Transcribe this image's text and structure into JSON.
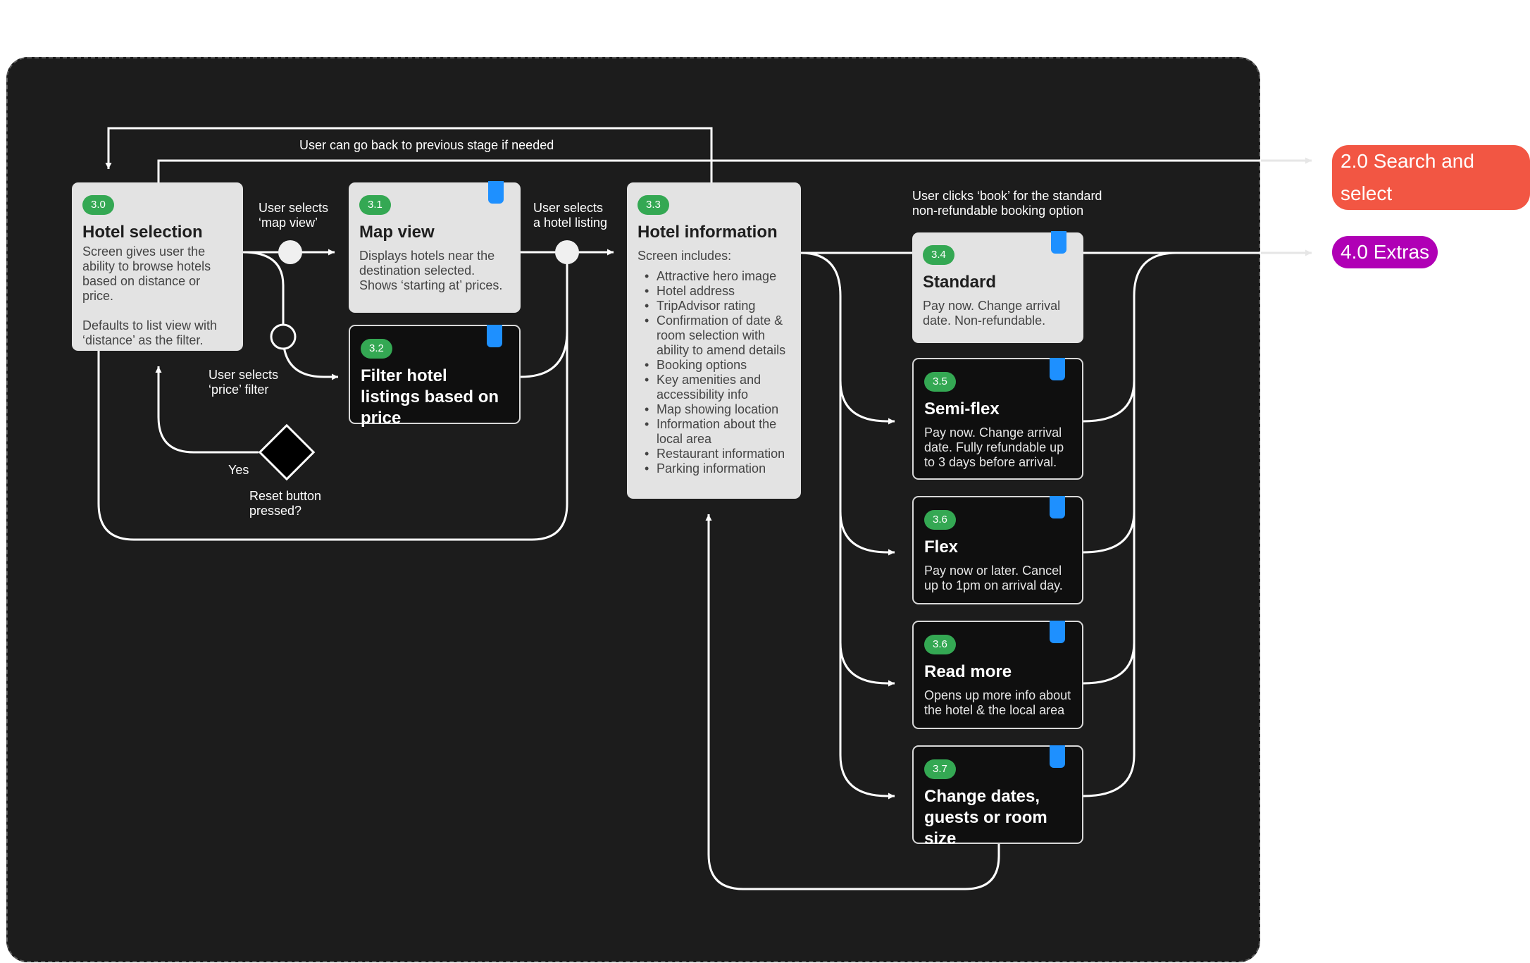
{
  "colors": {
    "panel": "#1c1c1c",
    "card_light": "#e3e3e3",
    "card_dark": "#0f0f0f",
    "badge": "#34a853",
    "tab": "#1e90ff",
    "pill_search": "#f25643",
    "pill_extras": "#b000b5"
  },
  "cards": {
    "hotel_selection": {
      "badge": "3.0",
      "title": "Hotel selection",
      "desc": "Screen gives user the ability to browse hotels based on distance or price.",
      "desc2": "Defaults to list view with ‘distance’ as the filter."
    },
    "map_view": {
      "badge": "3.1",
      "title": "Map view",
      "desc": "Displays hotels near the destination selected. Shows ‘starting at’ prices."
    },
    "filter_price": {
      "badge": "3.2",
      "title": "Filter hotel listings based on price"
    },
    "hotel_information": {
      "badge": "3.3",
      "title": "Hotel information",
      "intro": "Screen includes:",
      "items": [
        "Attractive hero image",
        "Hotel address",
        "TripAdvisor rating",
        "Confirmation of date & room selection with ability to amend details",
        "Booking options",
        "Key amenities and accessibility info",
        "Map showing location",
        "Information about the local area",
        "Restaurant information",
        "Parking information"
      ]
    },
    "standard": {
      "badge": "3.4",
      "title": "Standard",
      "desc": "Pay now. Change arrival date. Non-refundable."
    },
    "semi_flex": {
      "badge": "3.5",
      "title": "Semi-flex",
      "desc": "Pay now. Change arrival date. Fully refundable up to 3 days before arrival."
    },
    "flex": {
      "badge": "3.6",
      "title": "Flex",
      "desc": "Pay now or later. Cancel up to 1pm on arrival day."
    },
    "read_more": {
      "badge": "3.6",
      "title": "Read more",
      "desc": "Opens up more info about the hotel & the local area"
    },
    "change_dates": {
      "badge": "3.7",
      "title": "Change dates, guests or room size"
    }
  },
  "labels": {
    "back": "User can go back to previous stage if needed",
    "map_view_line1": "User selects",
    "map_view_line2": "‘map view’",
    "price_line1": "User selects",
    "price_line2": "‘price’ filter",
    "listing_line1": "User selects",
    "listing_line2": "a hotel listing",
    "book_line1": "User clicks ‘book’ for the standard",
    "book_line2": "non-refundable booking option",
    "yes": "Yes",
    "reset_line1": "Reset button",
    "reset_line2": "pressed?"
  },
  "pills": {
    "search": "2.0 Search and select",
    "extras": "4.0 Extras"
  }
}
